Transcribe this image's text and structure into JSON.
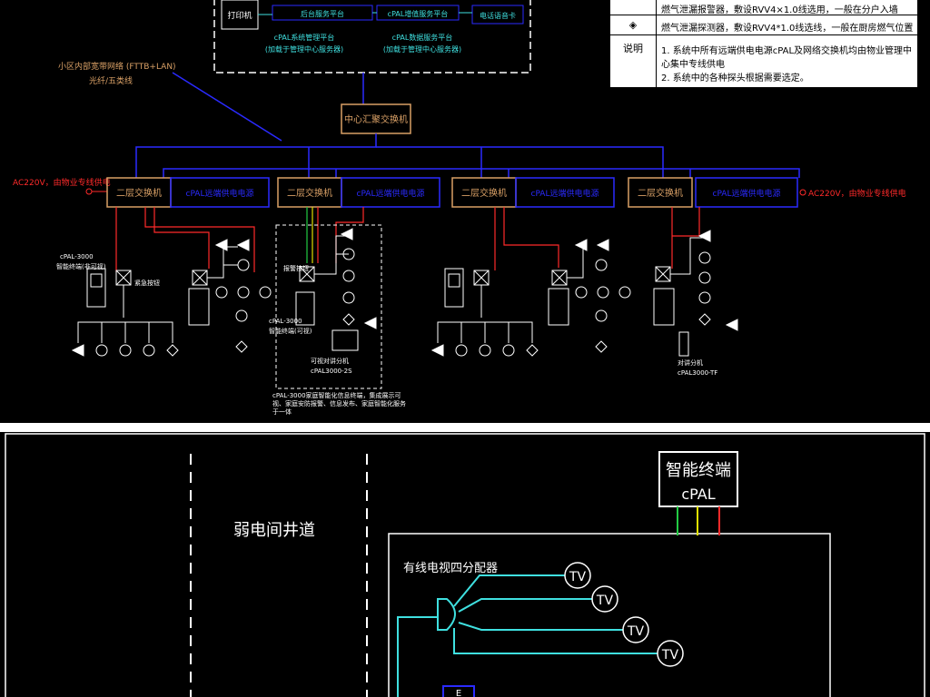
{
  "top": {
    "print_label": "打印机",
    "backend_platform": "后台服务平台",
    "cpal_platform": "cPAL增值服务平台",
    "phone_label": "电话语音卡",
    "cpal_mgmt": "cPAL系统管理平台",
    "cpal_mgmt_sub": "(加载于管理中心服务器)",
    "cpal_data": "cPAL数据服务平台",
    "cpal_data_sub": "(加载于管理中心服务器)",
    "broadband_1": "小区内部宽带网络 (FTTB+LAN)",
    "broadband_2": "光纤/五类线",
    "core_switch": "中心汇聚交换机",
    "ac_left": "AC220V，由物业专线供电",
    "ac_right": "AC220V，由物业专线供电",
    "floor_switch": "二层交换机",
    "power_switch": "cPAL远端供电电源",
    "unit1_model": "cPAL-3000",
    "unit1_model_sub": "智能终端(非可视)",
    "unit1_extra": "紧急按钮",
    "unit2_tag": "报警按钮",
    "unit2_model": "cPAL-3000",
    "unit2_model_sub": "智能终端(可视)",
    "unit2_ext": "可视对讲分机",
    "unit2_ext_model": "cPAL3000-2S",
    "unit2_note": "cPAL-3000家庭智能化信息终端，集成展示可视、家庭安防报警、信息发布、家庭智能化服务于一体",
    "unit4_ext": "对讲分机",
    "unit4_ext_model": "cPAL3000-TF"
  },
  "legend": {
    "row0_text": "燃气泄漏报警器，敷设RVV4×1.0线选用，一般在分户入墙",
    "row1_sym": "◈",
    "row1_text": "燃气泄漏探测器，敷设RVV4*1.0线选线，一般在厨房燃气位置",
    "row2_sym": "说明",
    "row2_text": "1. 系统中所有远端供电电源cPAL及网络交换机均由物业管理中心集中专线供电",
    "row3_text": "2. 系统中的各种探头根据需要选定。"
  },
  "bottom": {
    "shaft": "弱电间井道",
    "terminal": "智能终端",
    "terminal_sub": "cPAL",
    "splitter": "有线电视四分配器",
    "tv1": "TV",
    "tv2": "TV",
    "tv3": "TV",
    "tv4": "TV",
    "small_box": "E"
  },
  "colors": {
    "blue": "#2a2aff",
    "red": "#ff2a2a",
    "orange": "#d9a066",
    "cyan": "#3fe0e0",
    "yellow": "#e0e000",
    "green": "#22cc44"
  }
}
